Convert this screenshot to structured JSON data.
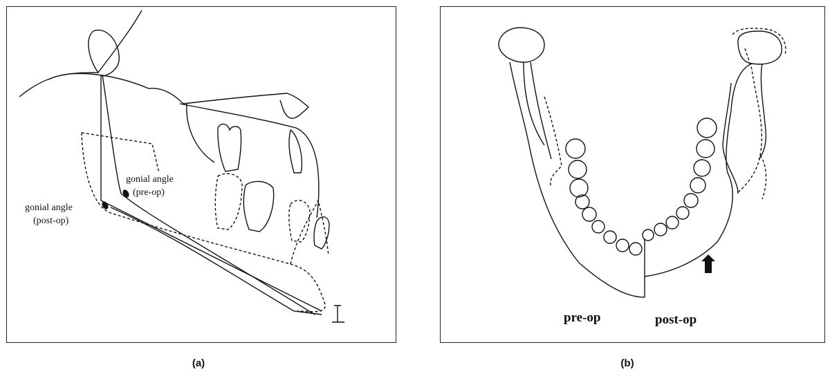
{
  "panel_a": {
    "label_pre": [
      "gonial angle",
      "(pre-op)"
    ],
    "label_post": [
      "gonial angle",
      "(post-op)"
    ],
    "caption": "(a)"
  },
  "panel_b": {
    "label_pre": "pre-op",
    "label_post": "post-op",
    "caption": "(b)"
  }
}
